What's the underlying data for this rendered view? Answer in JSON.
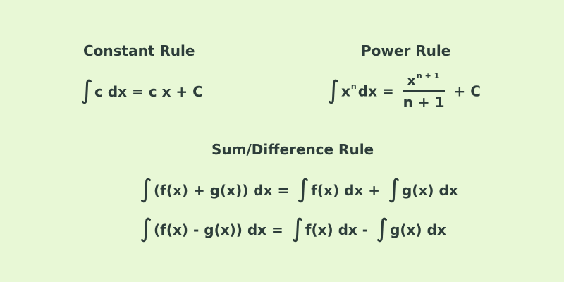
{
  "colors": {
    "background": "#e8f8d6",
    "text": "#2d3d3a"
  },
  "constant_rule": {
    "title": "Constant Rule",
    "integrand": "c dx",
    "equals": "=",
    "result": "c x + C"
  },
  "power_rule": {
    "title": "Power Rule",
    "base": "x",
    "exponent": "n",
    "differential": "dx",
    "equals": "=",
    "numerator_base": "x",
    "numerator_exponent": "n + 1",
    "denominator": "n + 1",
    "constant": "+ C"
  },
  "sum_difference_rule": {
    "title": "Sum/Difference Rule",
    "sum": {
      "lhs": "(f(x) + g(x)) dx =",
      "first_term": "f(x) dx +",
      "second_term": "g(x) dx"
    },
    "difference": {
      "lhs": "(f(x) - g(x)) dx =",
      "first_term": "f(x) dx -",
      "second_term": "g(x) dx"
    }
  }
}
